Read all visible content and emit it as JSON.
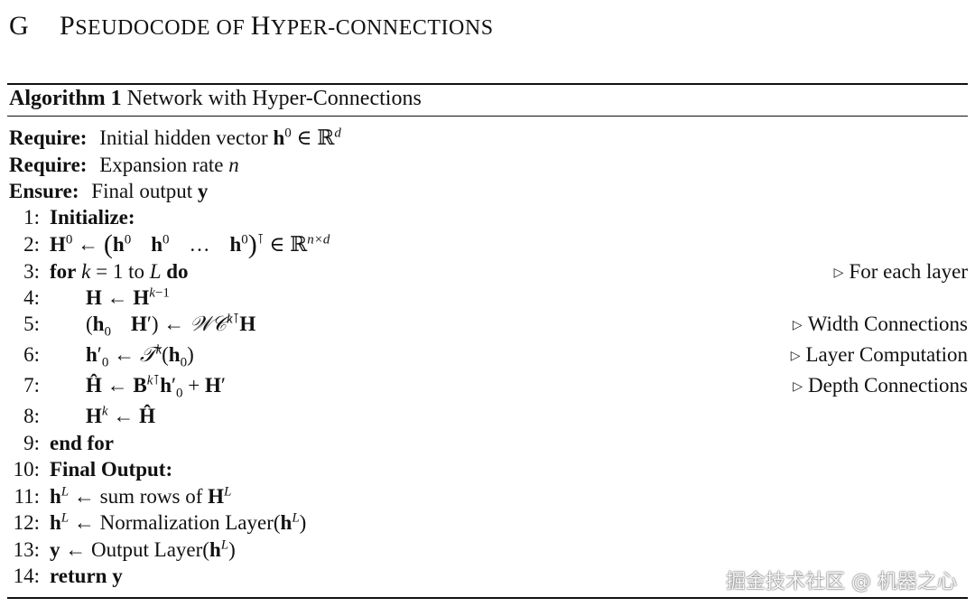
{
  "section": {
    "letter": "G",
    "title_p": "P",
    "title_seudocode_of": "SEUDOCODE OF ",
    "title_h": "H",
    "title_yper_connections": "YPER-CONNECTIONS"
  },
  "algorithm": {
    "label": "Algorithm 1",
    "name": "Network with Hyper-Connections",
    "require1_kw": "Require:",
    "require1_text": "Initial hidden vector",
    "require2_kw": "Require:",
    "require2_text": "Expansion rate",
    "ensure_kw": "Ensure:",
    "ensure_text": "Final output",
    "lines": [
      {
        "no": "1:",
        "kw": "Initialize:"
      },
      {
        "no": "2:"
      },
      {
        "no": "3:",
        "kw_for": "for",
        "to": "to",
        "kw_do": "do",
        "comment": "For each layer"
      },
      {
        "no": "4:"
      },
      {
        "no": "5:",
        "comment": "Width Connections"
      },
      {
        "no": "6:",
        "comment": "Layer Computation"
      },
      {
        "no": "7:",
        "comment": "Depth Connections"
      },
      {
        "no": "8:"
      },
      {
        "no": "9:",
        "kw": "end for"
      },
      {
        "no": "10:",
        "kw": "Final Output:"
      },
      {
        "no": "11:",
        "text": "sum rows of"
      },
      {
        "no": "12:",
        "text": "Normalization Layer("
      },
      {
        "no": "13:",
        "text": "Output Layer("
      },
      {
        "no": "14:",
        "kw": "return"
      }
    ]
  },
  "watermark": "掘金技术社区 @ 机器之心"
}
